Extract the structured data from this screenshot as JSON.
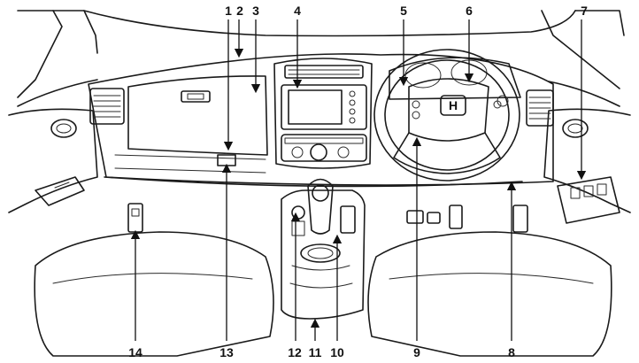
{
  "callouts": [
    {
      "id": "c1",
      "text": "1"
    },
    {
      "id": "c2",
      "text": "2"
    },
    {
      "id": "c3",
      "text": "3"
    },
    {
      "id": "c4",
      "text": "4"
    },
    {
      "id": "c5",
      "text": "5"
    },
    {
      "id": "c6",
      "text": "6"
    },
    {
      "id": "c7",
      "text": "7"
    },
    {
      "id": "c8",
      "text": "8"
    },
    {
      "id": "c9",
      "text": "9"
    },
    {
      "id": "c10",
      "text": "10"
    },
    {
      "id": "c11",
      "text": "11"
    },
    {
      "id": "c12",
      "text": "12"
    },
    {
      "id": "c13",
      "text": "13"
    },
    {
      "id": "c14",
      "text": "14"
    }
  ],
  "steering_badge": "H"
}
